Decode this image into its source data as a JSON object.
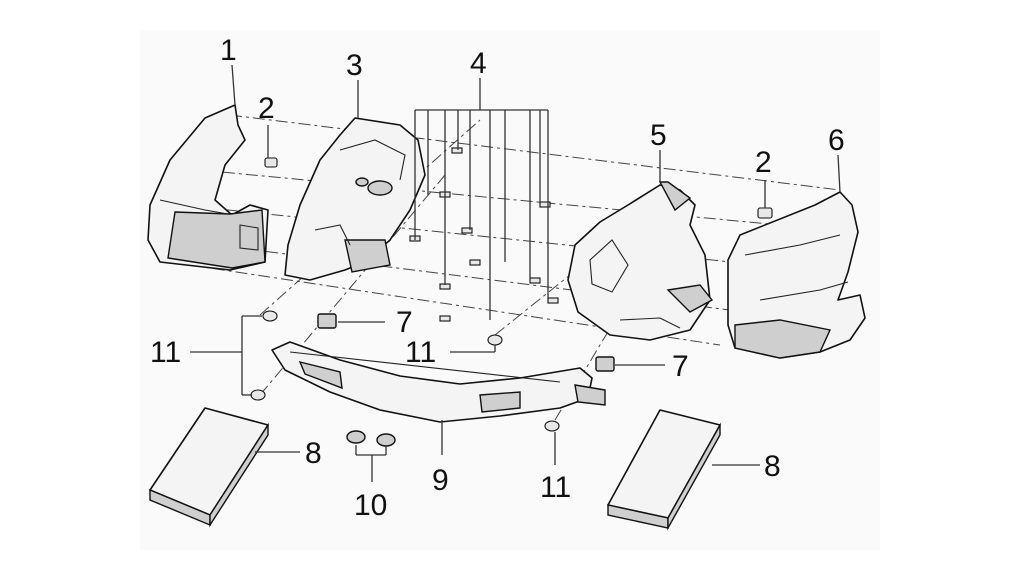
{
  "callouts": {
    "c1": "1",
    "c2a": "2",
    "c3": "3",
    "c4": "4",
    "c5": "5",
    "c2b": "2",
    "c6": "6",
    "c7a": "7",
    "c11a": "11",
    "c11b": "11",
    "c7b": "7",
    "c8a": "8",
    "c8b": "8",
    "c9": "9",
    "c10": "10",
    "c11c": "11"
  }
}
